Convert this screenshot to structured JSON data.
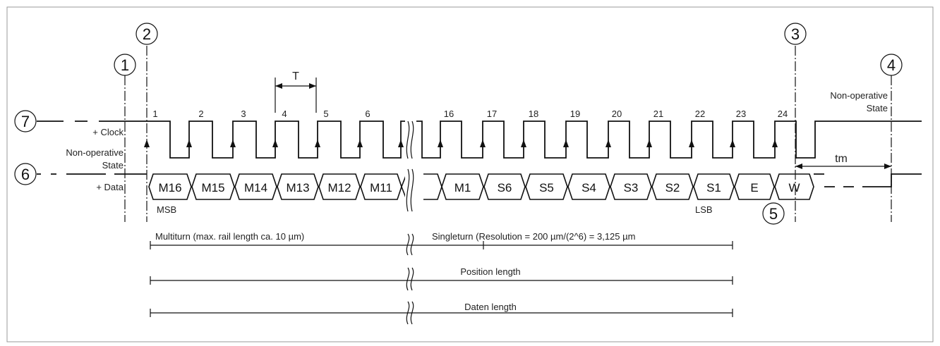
{
  "markers": [
    "1",
    "2",
    "3",
    "4",
    "5",
    "6",
    "7"
  ],
  "signals": {
    "clock": "+ Clock",
    "data": "+ Data",
    "idle_left": [
      "Non-operative",
      "State"
    ],
    "idle_right": [
      "Non-operative",
      "State"
    ]
  },
  "clock_numbers": [
    "1",
    "2",
    "3",
    "4",
    "5",
    "6",
    "16",
    "17",
    "18",
    "19",
    "20",
    "21",
    "22",
    "23",
    "24"
  ],
  "period_label": "T",
  "monoflop_label": "tm",
  "data_cells": [
    "M16",
    "M15",
    "M14",
    "M13",
    "M12",
    "M11",
    "M1",
    "S6",
    "S5",
    "S4",
    "S3",
    "S2",
    "S1",
    "E",
    "W"
  ],
  "msb_label": "MSB",
  "lsb_label": "LSB",
  "dimensions": {
    "multiturn": "Multiturn (max. rail length ca. 10 µm)",
    "singleturn": "Singleturn (Resolution = 200 µm/(2^6) = 3,125 µm",
    "position": "Position length",
    "daten": "Daten length"
  },
  "colors": {
    "line": "#111111",
    "frame": "#999999"
  }
}
